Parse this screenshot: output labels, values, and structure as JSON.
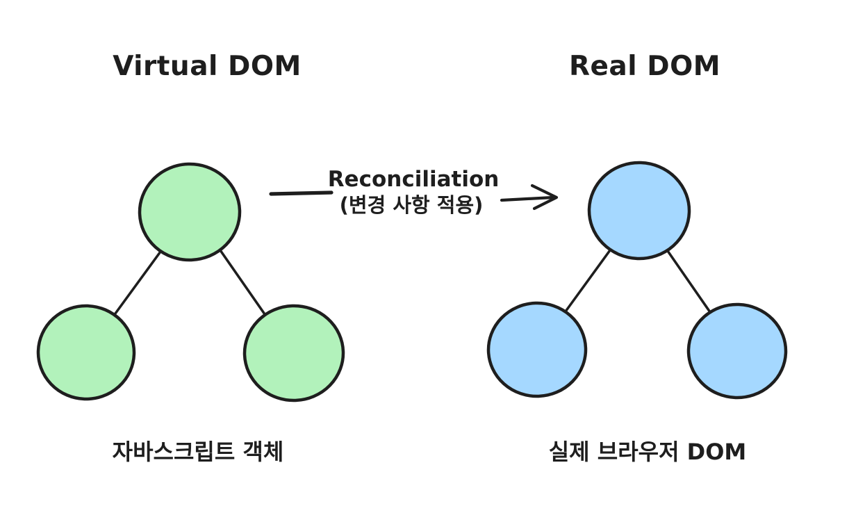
{
  "canvas": {
    "background": "#ffffff",
    "ink_color": "#1e1e1e"
  },
  "virtual_dom": {
    "title": "Virtual DOM",
    "caption": "자바스크립트 객체",
    "node_fill": "#b2f2bb",
    "node_count": 3
  },
  "real_dom": {
    "title": "Real DOM",
    "caption": "실제 브라우저 DOM",
    "node_fill": "#a5d8ff",
    "node_count": 3
  },
  "arrow": {
    "label_en": "Reconciliation",
    "label_ko": "(변경 사항 적용)",
    "color": "#1e1e1e"
  }
}
